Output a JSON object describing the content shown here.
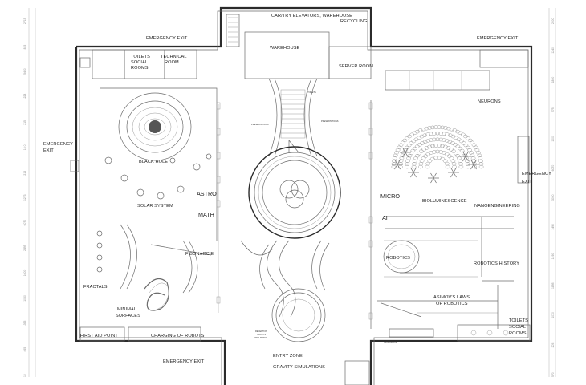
{
  "labels": {
    "cargo_elevators": "CAR/TRY ELEVATORS, WAREHOUSE",
    "recycling": "RECYCLING",
    "emergency_exit": "EMERGENCY EXIT",
    "exit_word": "EXIT",
    "emergency_word": "EMERGENCY",
    "toilets_social_rooms_1": "TOILETS",
    "toilets_social_rooms_2": "SOCIAL",
    "toilets_social_rooms_3": "ROOMS",
    "technical_room_1": "TECHNICAL",
    "technical_room_2": "ROOM",
    "warehouse": "WAREHOUSE",
    "server_room": "SERVER ROOM",
    "toilets_small": "TOILETS",
    "presentations_left": "PRESENTATIONS",
    "presentations_right": "PRESENTATIONS",
    "neurons": "NEURONS",
    "black_hole": "BLACK HOLE",
    "astro": "ASTRO",
    "solar_system": "SOLAR SYSTEM",
    "math": "MATH",
    "micro": "MICRO",
    "bioluminescence": "BIOLUMINESCENCE",
    "nanoengineering": "NANOENGINEERING",
    "ai": "AI",
    "fibonacci": "FIBONACCIE",
    "robotics": "ROBOTICS",
    "robotics_history": "ROBOTICS HISTORY",
    "fractals": "FRACTALS",
    "asimov_1": "ASIMOV'S LAWS",
    "asimov_2": "OF ROBOTICS",
    "minimal_1": "MINIMAL",
    "minimal_2": "SURFACES",
    "first_aid": "FIRST AID POINT",
    "charging": "CHARGING OF ROBOTS",
    "reception_1": "RECEPTION",
    "reception_2": "TICKETS",
    "reception_3": "INFO POINT",
    "cloakroom": "CLOAKROOM",
    "entry_zone": "ENTRY ZONE",
    "gravity": "GRAVITY SIMULATIONS"
  },
  "dims_left": [
    "2715",
    "815",
    "5400",
    "1228",
    "215",
    "16 0",
    "215",
    "1273",
    "6070",
    "2495",
    "1600",
    "1050",
    "1395",
    "465",
    "10"
  ],
  "dims_right": [
    "2000",
    "1240",
    "1800",
    "575",
    "1000",
    "6070",
    "3000",
    "1490",
    "1490",
    "1895",
    "1070",
    "205",
    "570"
  ],
  "colors": {
    "wall": "#2b2b2b",
    "line": "#6b6b6b",
    "text": "#1e1e1e"
  }
}
